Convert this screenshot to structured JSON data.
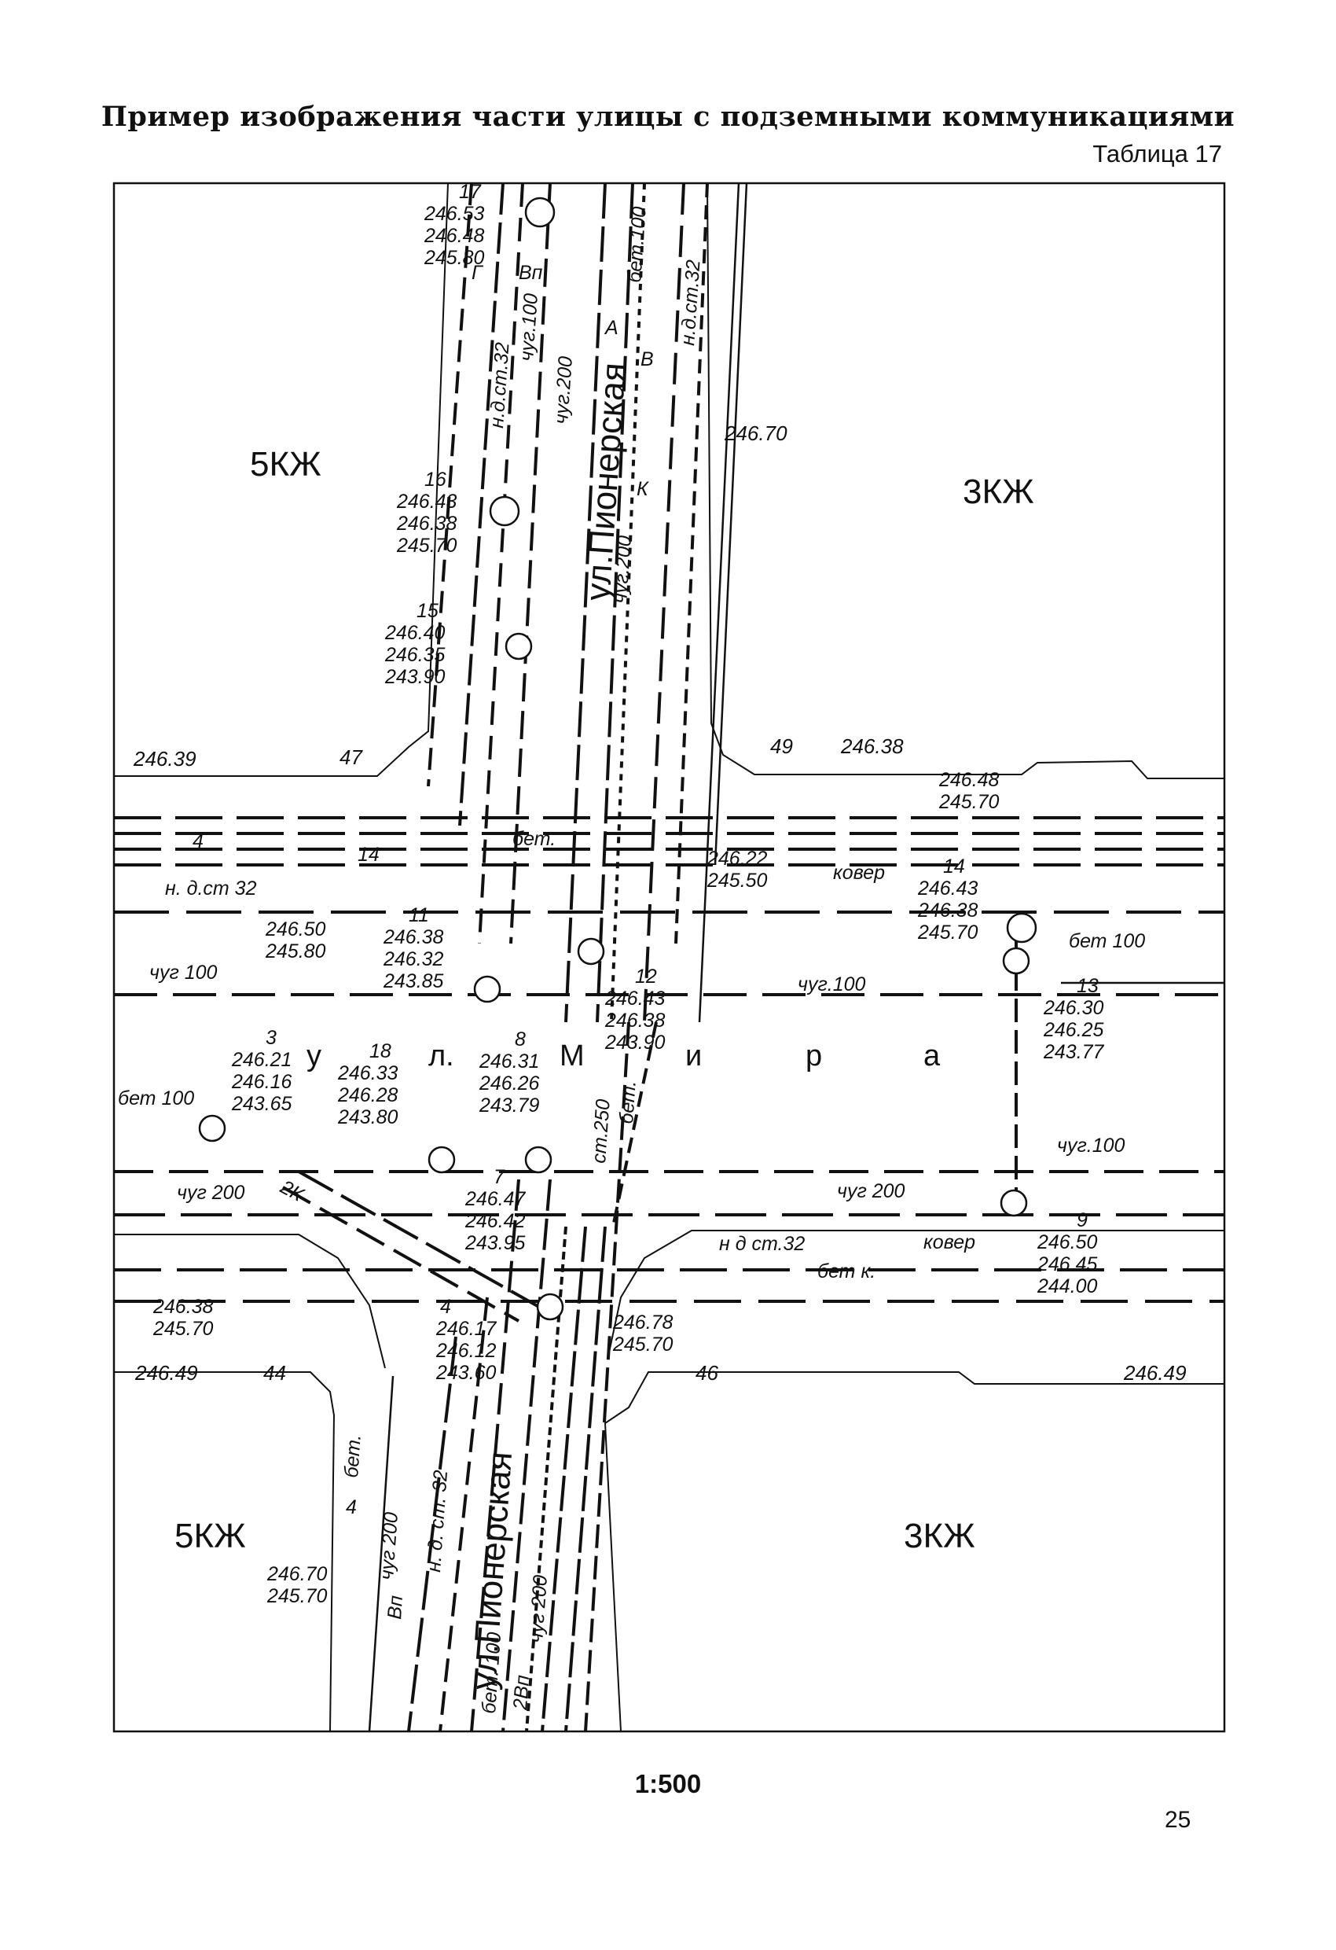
{
  "header": {
    "title": "Пример изображения части улицы с подземными коммуникациями",
    "table_label": "Таблица 17"
  },
  "footer": {
    "scale": "1:500",
    "page_number": "25"
  },
  "map": {
    "zones": {
      "nw": "5КЖ",
      "ne": "3КЖ",
      "sw": "5КЖ",
      "se": "3КЖ"
    },
    "streets": {
      "north": "ул.Пионерская",
      "south": "ул.Пионерская",
      "cross_letters": [
        "у",
        "л.",
        "М",
        "и",
        "р",
        "а"
      ]
    },
    "corners": {
      "nw_elev": "246.39",
      "nw_lot": "47",
      "ne_lot": "49",
      "ne_elev": "246.38",
      "sw_elev": "246.49",
      "sw_lot": "44",
      "se_lot": "46",
      "se_elev": "246.49",
      "n_point": "246.70"
    },
    "wells": [
      {
        "num": "17",
        "v1": "246.53",
        "v2": "246.48",
        "v3": "245.80"
      },
      {
        "num": "16",
        "v1": "246.43",
        "v2": "246.38",
        "v3": "245.70"
      },
      {
        "num": "15",
        "v1": "246.40",
        "v2": "246.35",
        "v3": "243.90"
      },
      {
        "num": "11",
        "v1": "246.38",
        "v2": "246.32",
        "v3": "243.85"
      },
      {
        "num": "3",
        "v1": "246.21",
        "v2": "246.16",
        "v3": "243.65"
      },
      {
        "num": "18",
        "v1": "246.33",
        "v2": "246.28",
        "v3": "243.80"
      },
      {
        "num": "8",
        "v1": "246.31",
        "v2": "246.26",
        "v3": "243.79"
      },
      {
        "num": "12",
        "v1": "246.43",
        "v2": "246.38",
        "v3": "243.90"
      },
      {
        "num": "14",
        "v1": "246.43",
        "v2": "246.38",
        "v3": "245.70"
      },
      {
        "num": "13",
        "v1": "246.30",
        "v2": "246.25",
        "v3": "243.77"
      },
      {
        "num": "7",
        "v1": "246.47",
        "v2": "246.42",
        "v3": "243.95"
      },
      {
        "num": "4",
        "v1": "246.17",
        "v2": "246.12",
        "v3": "243.60"
      },
      {
        "num": "9",
        "v1": "246.50",
        "v2": "246.45",
        "v3": "244.00"
      }
    ],
    "points": [
      {
        "v1": "246.48",
        "v2": "245.70"
      },
      {
        "v1": "246.22",
        "v2": "245.50"
      },
      {
        "v1": "246.50",
        "v2": "245.80"
      },
      {
        "v1": "246.38",
        "v2": "245.70"
      },
      {
        "v1": "246.78",
        "v2": "245.70"
      },
      {
        "v1": "246.70",
        "v2": "245.70"
      }
    ],
    "pipe_labels": {
      "n_d_st32": "н.д.ст.32",
      "chug100": "чуг.100",
      "chug200": "чуг.200",
      "bet100": "бет.100",
      "n_d_st32_b": "н.д.ст.32",
      "G": "Г",
      "Vp": "Вп",
      "V": "В",
      "K": "К",
      "A": "А",
      "chug200k": "чуг.200",
      "bet": "бет.",
      "four": "4",
      "fourteen": "14",
      "kover": "ковер",
      "n_d_st_32": "н. д.ст 32",
      "chug_100": "чуг 100",
      "chug_100b": "чуг.100",
      "bet_100": "бет 100",
      "bet_100b": "бет 100",
      "st250": "ст.250",
      "bet2": "бет.",
      "chug_100c": "чуг.100",
      "chug_200": "чуг 200",
      "chug_200b": "чуг 200",
      "two_k": "2К",
      "n_d_st_32b": "н д ст.32",
      "kover2": "ковер",
      "bet_k": "бет к.",
      "bet3": "бет.",
      "four2": "4",
      "chug_200c": "чуг 200",
      "n_d_st_32c": "н. д. ст. 32",
      "bet_100c": "бет. 100",
      "two_vp": "2Вп",
      "chug_200d": "чуг 200",
      "Vp2": "Вп"
    }
  }
}
